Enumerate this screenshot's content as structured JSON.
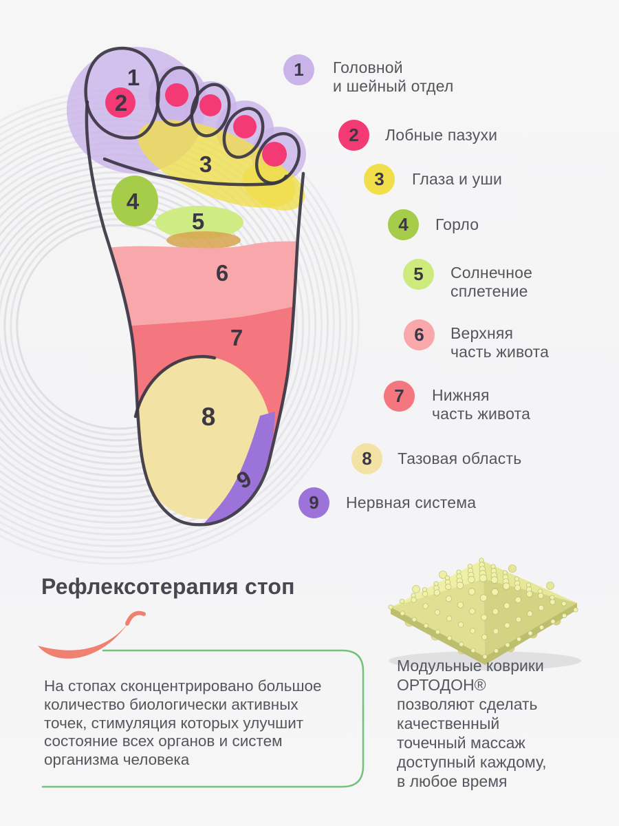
{
  "legend": {
    "items": [
      {
        "num": "1",
        "label": "Головной\nи шейный отдел",
        "color": "#c9b4e9"
      },
      {
        "num": "2",
        "label": "Лобные пазухи",
        "color": "#f43a74"
      },
      {
        "num": "3",
        "label": "Глаза и уши",
        "color": "#f0de4a"
      },
      {
        "num": "4",
        "label": "Горло",
        "color": "#a5cd4a"
      },
      {
        "num": "5",
        "label": "Солнечное\nсплетение",
        "color": "#cdeb7d"
      },
      {
        "num": "6",
        "label": "Верхняя\nчасть живота",
        "color": "#f8a7ab"
      },
      {
        "num": "7",
        "label": "Нижняя\nчасть живота",
        "color": "#f4767e"
      },
      {
        "num": "8",
        "label": "Тазовая область",
        "color": "#f2e2a4"
      },
      {
        "num": "9",
        "label": "Нервная система",
        "color": "#9c73d9"
      }
    ]
  },
  "diagram": {
    "outline_color": "#3a3542",
    "toe_dot_color": "#f43a74"
  },
  "section": {
    "title": "Рефлексотерапия стоп",
    "accent_coral": "#ee8170",
    "accent_green": "#72c17c",
    "box_text": "На стопах сконцентрировано большое\nколичество биологически активных\nточек, стимуляция которых улучшит\nсостояние всех органов и систем\nорганизма человека"
  },
  "product": {
    "text": "Модульные коврики\nОРТОДОН®\nпозволяют сделать\nкачественный\nточечный массаж\nдоступный каждому,\nв любое время"
  }
}
